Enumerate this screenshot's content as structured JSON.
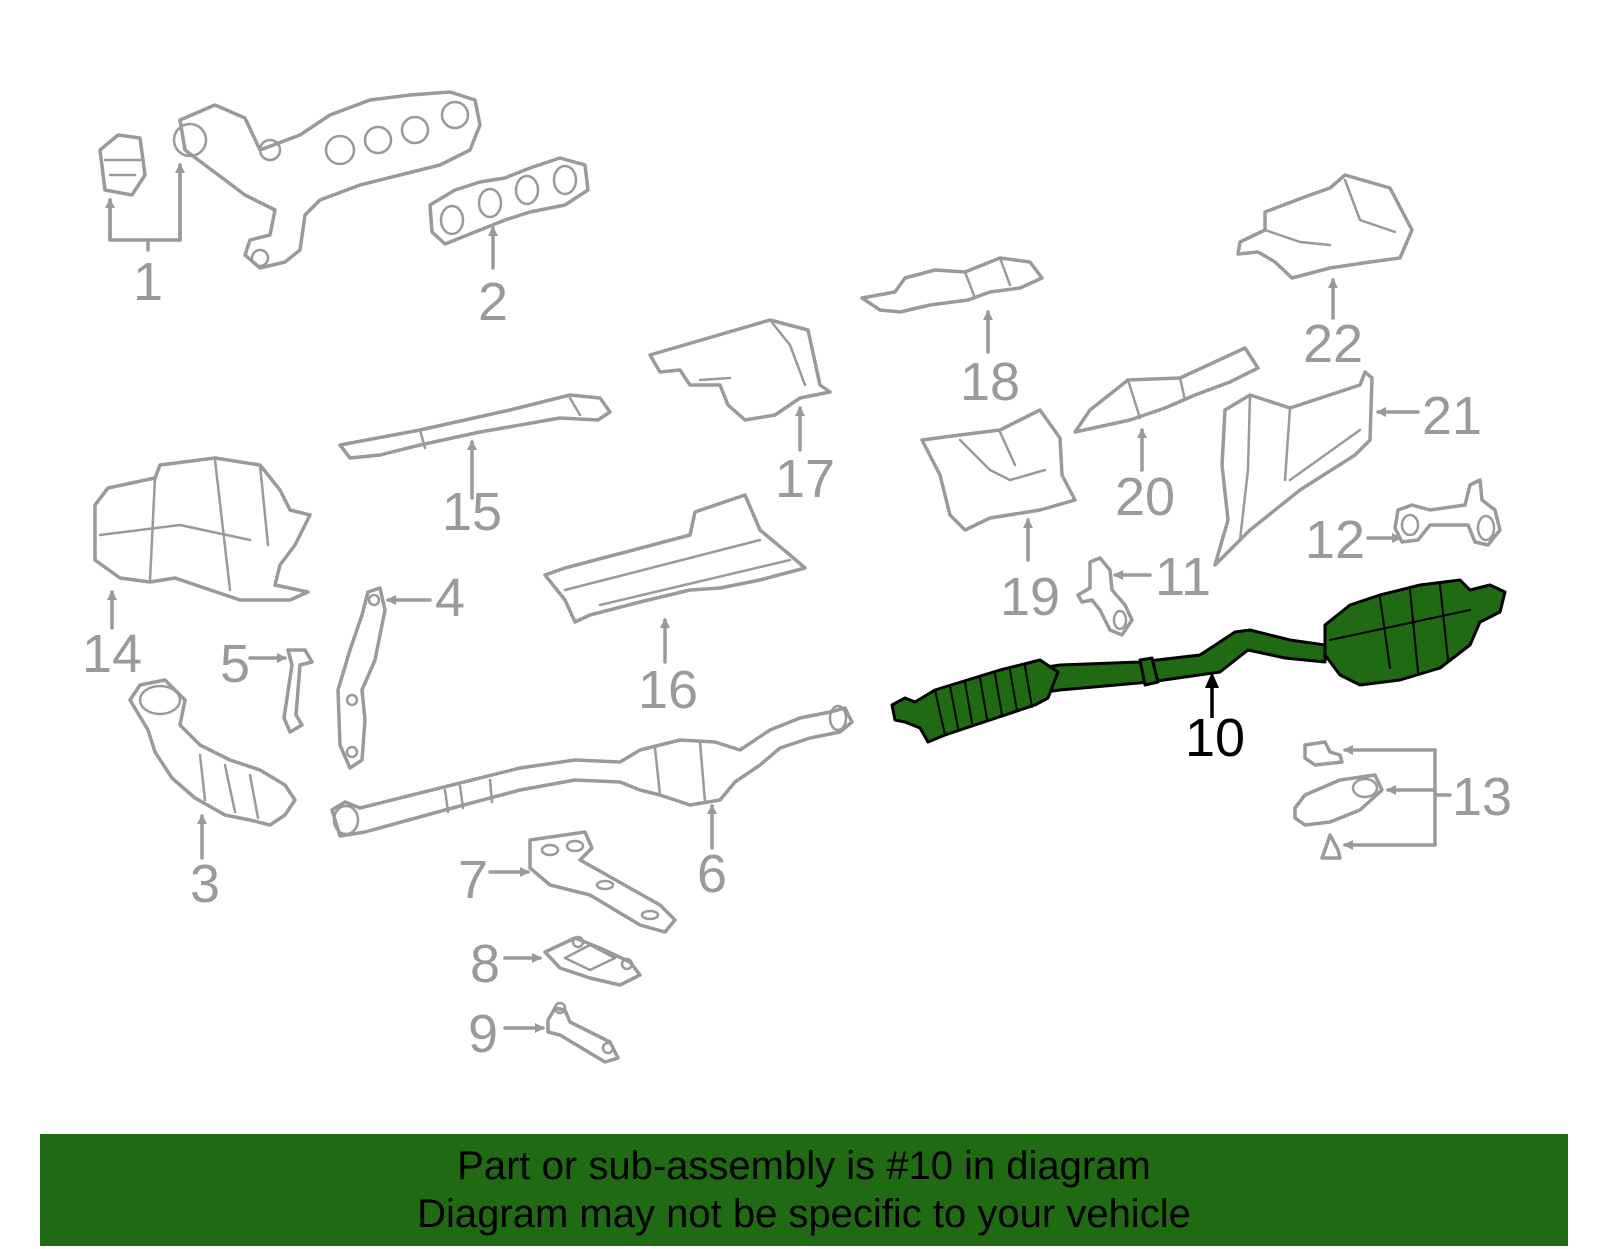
{
  "callouts": {
    "c1": "1",
    "c2": "2",
    "c3": "3",
    "c4": "4",
    "c5": "5",
    "c6": "6",
    "c7": "7",
    "c8": "8",
    "c9": "9",
    "c10": "10",
    "c11": "11",
    "c12": "12",
    "c13": "13",
    "c14": "14",
    "c15": "15",
    "c16": "16",
    "c17": "17",
    "c18": "18",
    "c19": "19",
    "c20": "20",
    "c21": "21",
    "c22": "22"
  },
  "highlighted_part": "10",
  "colors": {
    "highlight": "#1f6a12",
    "lineart": "#9a9a9a",
    "banner": "#1f6a12"
  },
  "banner": {
    "line1": "Part or sub-assembly is #10 in diagram",
    "line2": "Diagram may not be specific to your vehicle"
  }
}
